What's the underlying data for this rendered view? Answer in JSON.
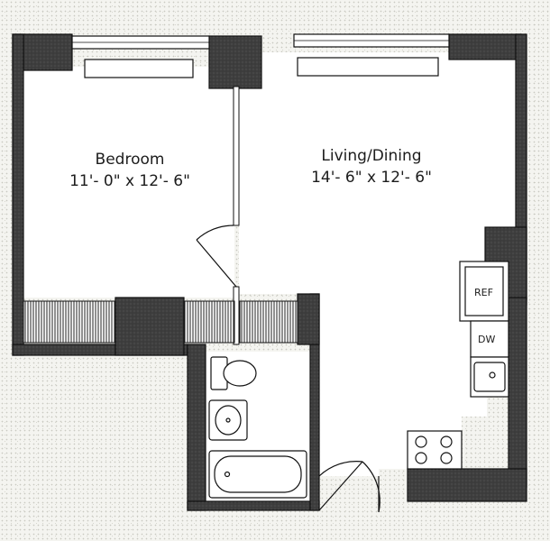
{
  "rooms": {
    "bedroom": {
      "name": "Bedroom",
      "dimensions": "11'- 0\" x 12'- 6\""
    },
    "living_dining": {
      "name": "Living/Dining",
      "dimensions": "14'- 6\" x 12'- 6\""
    }
  },
  "appliances": {
    "refrigerator": "REF",
    "dishwasher": "DW"
  },
  "colors": {
    "wall": "#3e3e3e",
    "wall_outline": "#111111",
    "floor": "#ffffff",
    "background": "#f4f4f0"
  }
}
